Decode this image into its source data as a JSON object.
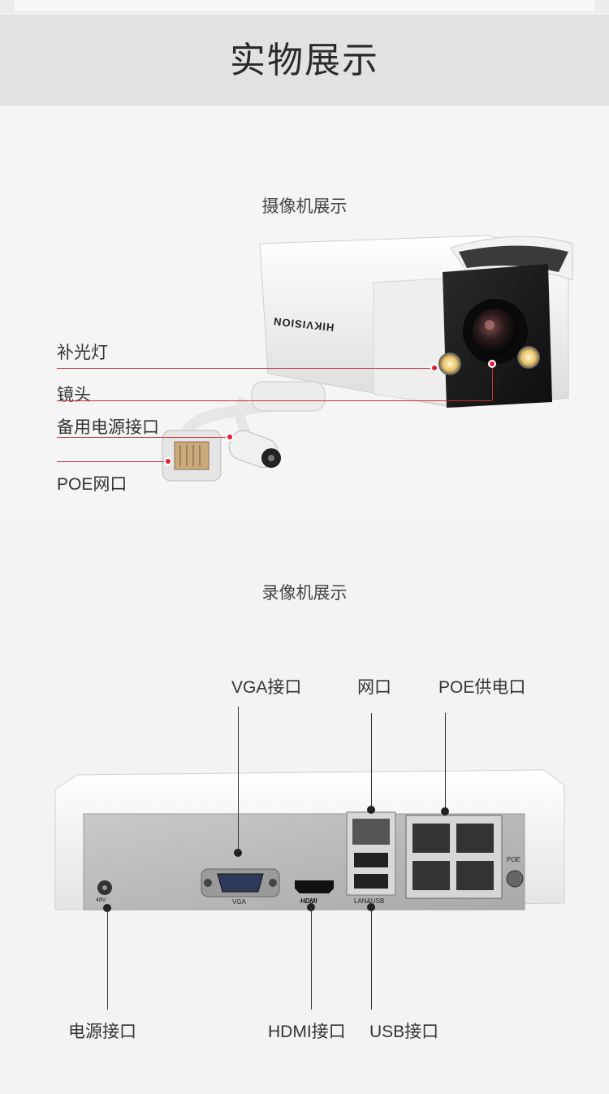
{
  "page": {
    "title": "实物展示"
  },
  "camera_section": {
    "title": "摄像机展示",
    "brand": "HIKVISION",
    "labels": {
      "fill_light": "补光灯",
      "lens": "镜头",
      "backup_power": "备用电源接口",
      "poe_port": "POE网口"
    }
  },
  "nvr_section": {
    "title": "录像机展示",
    "labels": {
      "vga": "VGA接口",
      "network": "网口",
      "poe_power": "POE供电口",
      "power": "电源接口",
      "hdmi": "HDMI接口",
      "usb": "USB接口"
    },
    "panel_text": {
      "vga": "VGA",
      "hdmi": "HDMI",
      "lan_usb": "LAN&USB",
      "poe": "POE",
      "power_rating": "48V"
    }
  },
  "colors": {
    "accent": "#e11d2e",
    "line_dark": "#333333"
  }
}
